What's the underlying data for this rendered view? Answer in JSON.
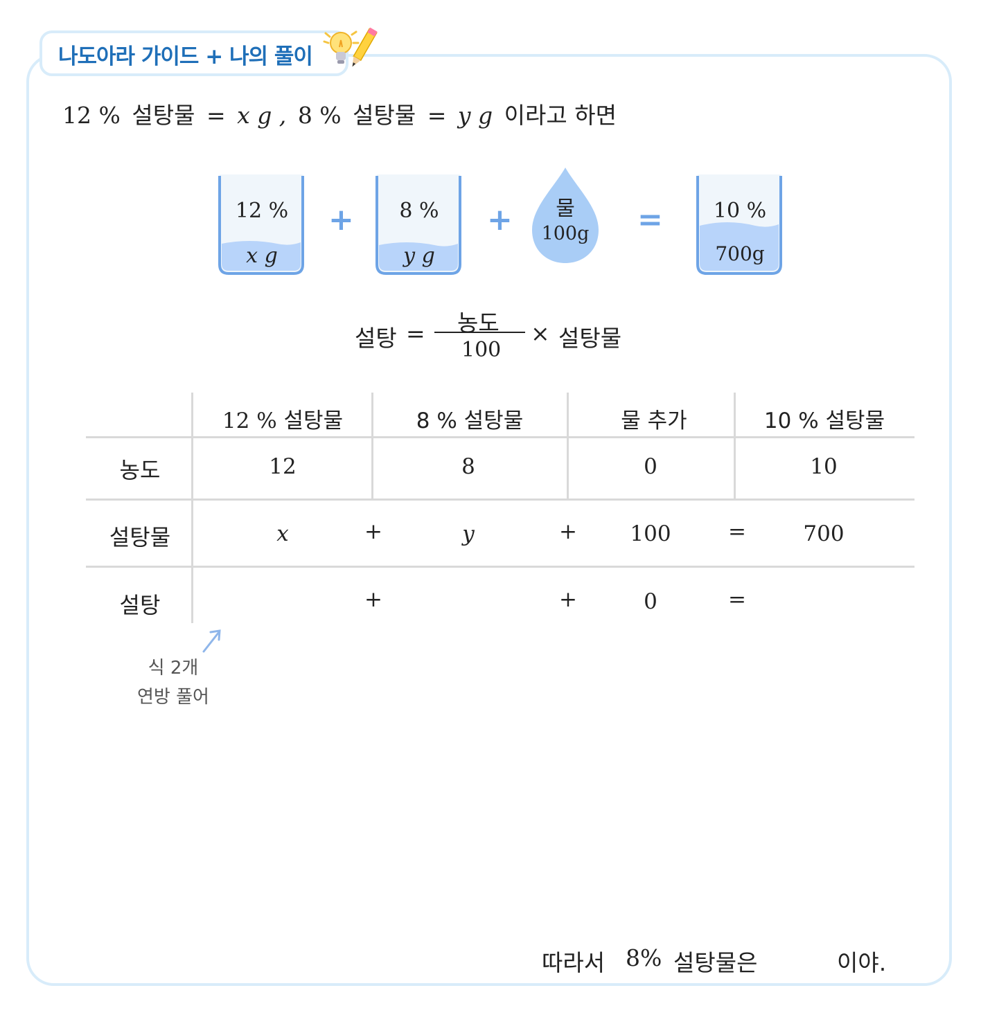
{
  "header": {
    "title": "나도아라 가이드 + 나의 풀이",
    "icon": "lightbulb-pencil-icon"
  },
  "intro": {
    "p1": "12 %",
    "w1": "설탕물",
    "eq1": "=",
    "v1": "x g ,",
    "p2": "8 %",
    "w2": "설탕물",
    "eq2": "=",
    "v2": "y g",
    "tail": "이라고  하면"
  },
  "diagram": {
    "beaker1": {
      "pct": "12 %",
      "amt": "x g"
    },
    "beaker2": {
      "pct": "8 %",
      "amt": "y g"
    },
    "drop": {
      "label": "물",
      "amt": "100g"
    },
    "beaker3": {
      "pct": "10 %",
      "amt": "700g"
    },
    "plus": "+",
    "equals": "=",
    "colors": {
      "liquid": "#b8d4fa",
      "water_drop": "#a9cdf6",
      "beaker_border": "#6ea4e6",
      "beaker_bg": "#f0f6fb"
    }
  },
  "formula": {
    "lhs": "설탕",
    "eq": "=",
    "numerator": "농도",
    "denominator": "100",
    "times": "×",
    "rhs": "설탕물"
  },
  "table": {
    "headers": [
      "12 %  설탕물",
      "8 %  설탕물",
      "물  추가",
      "10 %  설탕물"
    ],
    "rows": [
      {
        "label": "농도",
        "cells": [
          "12",
          "8",
          "0",
          "10"
        ],
        "ops": [
          "",
          "",
          ""
        ]
      },
      {
        "label": "설탕물",
        "cells": [
          "x",
          "y",
          "100",
          "700"
        ],
        "ops": [
          "+",
          "+",
          "="
        ]
      },
      {
        "label": "설탕",
        "cells": [
          "",
          "",
          "0",
          ""
        ],
        "ops": [
          "+",
          "+",
          "="
        ]
      }
    ]
  },
  "note": {
    "line1": "식 2개",
    "line2": "연방 풀어"
  },
  "conclusion": {
    "a": "따라서",
    "b": "8%",
    "c": "설탕물은",
    "d": "이야."
  }
}
